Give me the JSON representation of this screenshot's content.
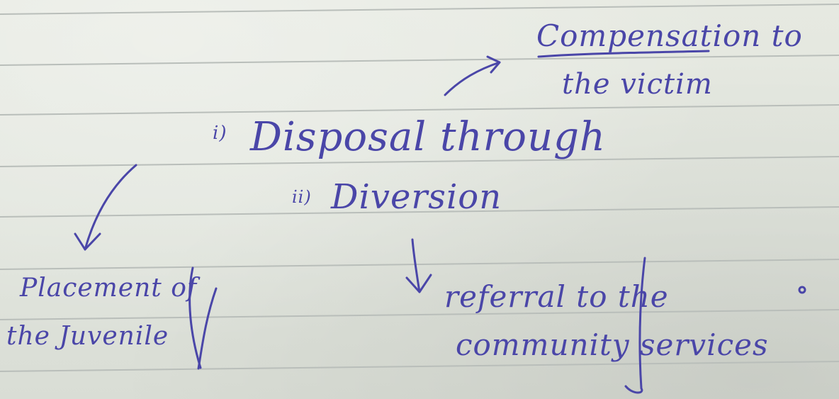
{
  "note": {
    "center_top": "Disposal through",
    "center_bottom": "Diversion",
    "center_top_marker": "i)",
    "center_bottom_marker": "ii)",
    "top_right_line1": "Compensation to",
    "top_right_line2": "the victim",
    "left_line1": "Placement of",
    "left_line2": "the Juvenile",
    "right_line1": "referral to the",
    "right_line2": "community services"
  },
  "colors": {
    "paper": "#e6e9e1",
    "ruling": "#b9beba",
    "ink": "#4a46a8"
  },
  "icons": [
    "arrow-up-right-icon",
    "arrow-down-left-icon",
    "arrow-down-icon"
  ]
}
